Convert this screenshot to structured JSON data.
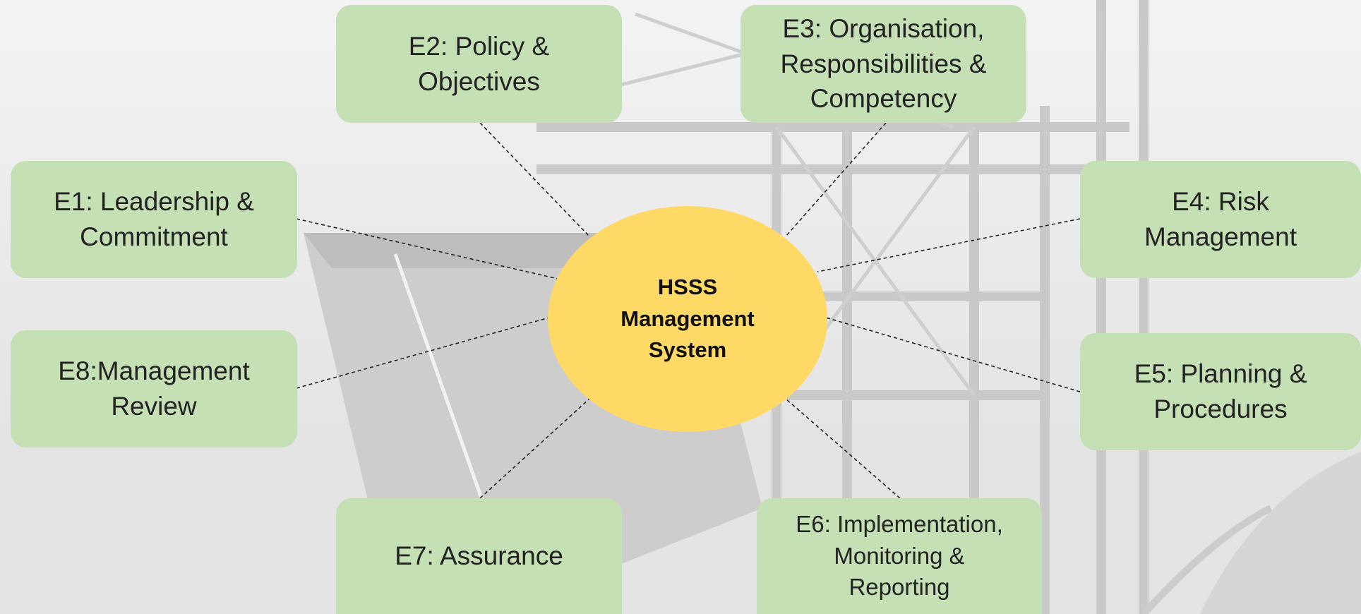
{
  "colors": {
    "box_fill": "#c5e0b4",
    "hub_fill": "#ffd966",
    "connector": "#222222",
    "background": "#e9e9e9"
  },
  "hub": {
    "label": "HSSS\nManagement\nSystem"
  },
  "elements": [
    {
      "id": "e1",
      "label": "E1: Leadership &\nCommitment"
    },
    {
      "id": "e2",
      "label": "E2: Policy &\nObjectives"
    },
    {
      "id": "e3",
      "label": "E3: Organisation,\nResponsibilities &\nCompetency"
    },
    {
      "id": "e4",
      "label": "E4: Risk\nManagement"
    },
    {
      "id": "e5",
      "label": "E5: Planning &\nProcedures"
    },
    {
      "id": "e6",
      "label": "E6: Implementation,\nMonitoring &\nReporting"
    },
    {
      "id": "e7",
      "label": "E7: Assurance"
    },
    {
      "id": "e8",
      "label": "E8:Management\nReview"
    }
  ]
}
